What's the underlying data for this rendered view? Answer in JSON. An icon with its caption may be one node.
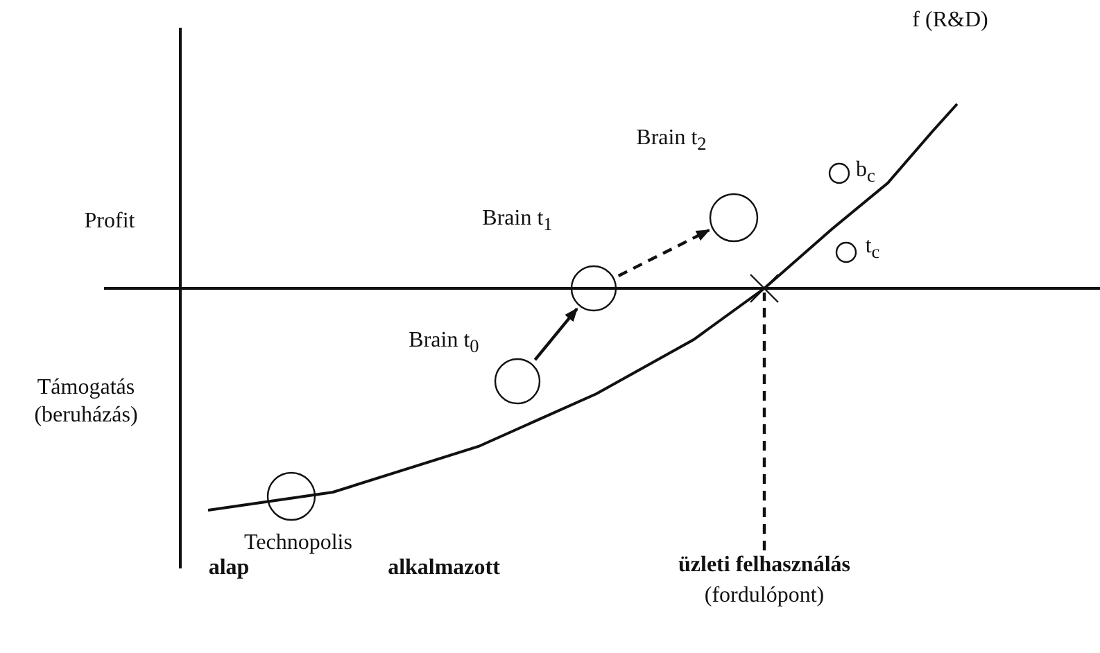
{
  "diagram": {
    "nodes": [
      {
        "text": [
          "Technopolis"
        ]
      },
      {
        "text": [
          "Brain t$_{0}$"
        ]
      },
      {
        "text": [
          "Brain t$_{1}$"
        ]
      },
      {
        "text": [
          "Brain t$_{2}$"
        ]
      },
      {
        "text": [
          "b$_{c}$"
        ]
      },
      {
        "text": [
          "t$_{c}$"
        ]
      },
      {
        "text": [
          "üzleti felhasználás",
          "(fordulópont)"
        ]
      }
    ],
    "edges": [
      {
        "from": 1,
        "to": 2,
        "arrow": "to"
      },
      {
        "from": 2,
        "to": 3,
        "arrow": "to",
        "style": "dashed"
      },
      {
        "from": 6,
        "to": null,
        "arrow": "none",
        "style": "dashed"
      }
    ],
    "labels": [
      "f (R&D)",
      "Profit",
      "Támogatás (beruházás)",
      "alap",
      "alkalmazott"
    ]
  }
}
